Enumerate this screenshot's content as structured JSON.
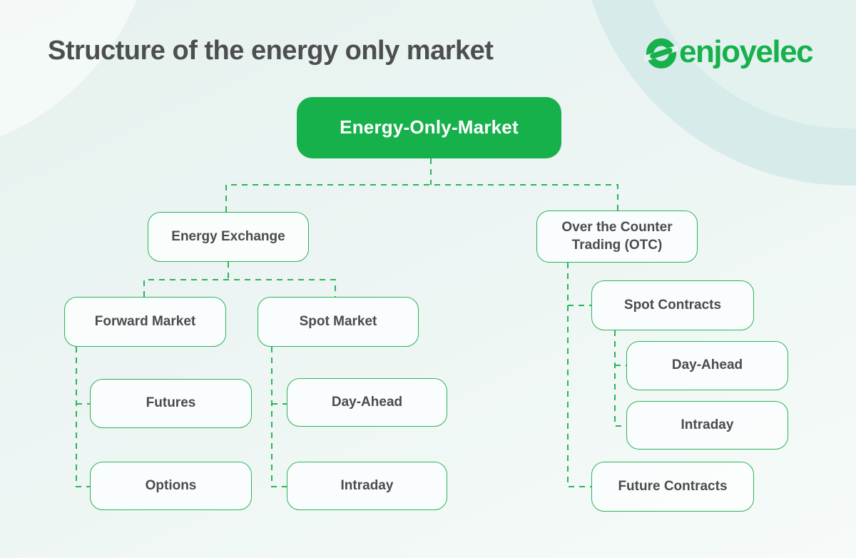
{
  "header": {
    "title": "Structure of the energy only market",
    "brand": "enjoyelec"
  },
  "palette": {
    "brand_green": "#17b14c",
    "line_green": "#2bb457",
    "text_dark": "#4a4b4d",
    "background_top": "#e6f2ef",
    "background_bottom": "#f6fbf9"
  },
  "nodes": {
    "root": "Energy-Only-Market",
    "energy_exchange": "Energy Exchange",
    "otc": "Over the Counter Trading (OTC)",
    "forward_market": "Forward Market",
    "spot_market": "Spot Market",
    "futures": "Futures",
    "options": "Options",
    "day_ahead_exchange": "Day-Ahead",
    "intraday_exchange": "Intraday",
    "spot_contracts": "Spot Contracts",
    "day_ahead_otc": "Day-Ahead",
    "intraday_otc": "Intraday",
    "future_contracts": "Future Contracts"
  },
  "hierarchy": {
    "Energy-Only-Market": {
      "Energy Exchange": {
        "Forward Market": [
          "Futures",
          "Options"
        ],
        "Spot Market": [
          "Day-Ahead",
          "Intraday"
        ]
      },
      "Over the Counter Trading (OTC)": {
        "Spot Contracts": [
          "Day-Ahead",
          "Intraday"
        ],
        "Future Contracts": []
      }
    }
  }
}
